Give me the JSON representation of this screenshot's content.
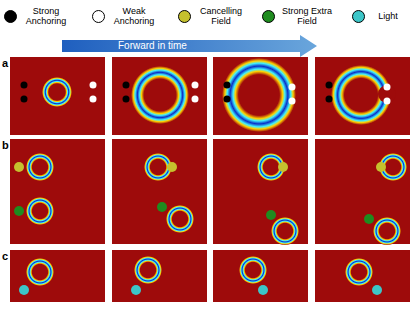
{
  "diagram": {
    "labels": [
      "Forward in time",
      "a",
      "b",
      "c"
    ],
    "legend": [
      {
        "text": "Strong Anchoring",
        "color": "#000000"
      },
      {
        "text": "Weak Anchoring",
        "color": "#ffffff"
      },
      {
        "text": "Cancelling Field",
        "color": "#c5c12e"
      },
      {
        "text": "Strong Extra Field",
        "color": "#1f8c1f"
      },
      {
        "text": "Light",
        "color": "#3cc6c8"
      }
    ]
  }
}
